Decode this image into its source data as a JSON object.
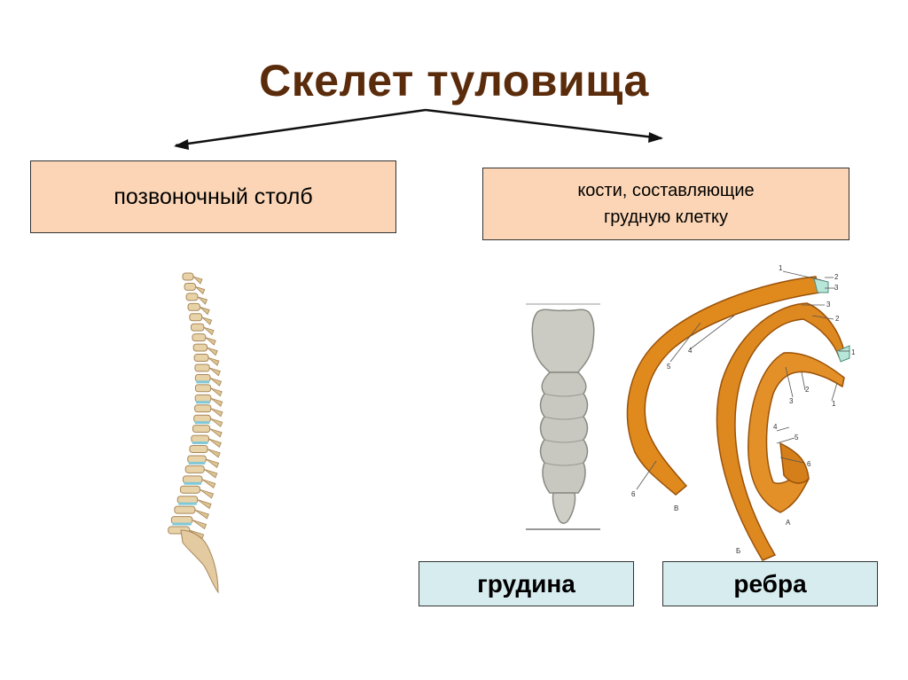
{
  "title": "Скелет туловища",
  "branches": {
    "spine_label": "позвоночный столб",
    "chest_label_line1": "кости, составляющие",
    "chest_label_line2": "грудную клетку"
  },
  "parts": {
    "sternum_label": "грудина",
    "ribs_label": "ребра"
  },
  "rib_markers": {
    "rib_b": [
      "1",
      "2",
      "3",
      "4",
      "5",
      "6",
      "В"
    ],
    "rib_v": [
      "3",
      "2",
      "1",
      "Б"
    ],
    "rib_a": [
      "3",
      "2",
      "1",
      "4",
      "5",
      "6",
      "А"
    ]
  },
  "colors": {
    "title": "#5b2c0c",
    "box_peach": "#fbd5b5",
    "box_teal": "#d6ecee",
    "bone": "#e8d3a8",
    "disc": "#7ec8d8",
    "sternum": "#c9c9c2",
    "rib": "#e0891c"
  }
}
